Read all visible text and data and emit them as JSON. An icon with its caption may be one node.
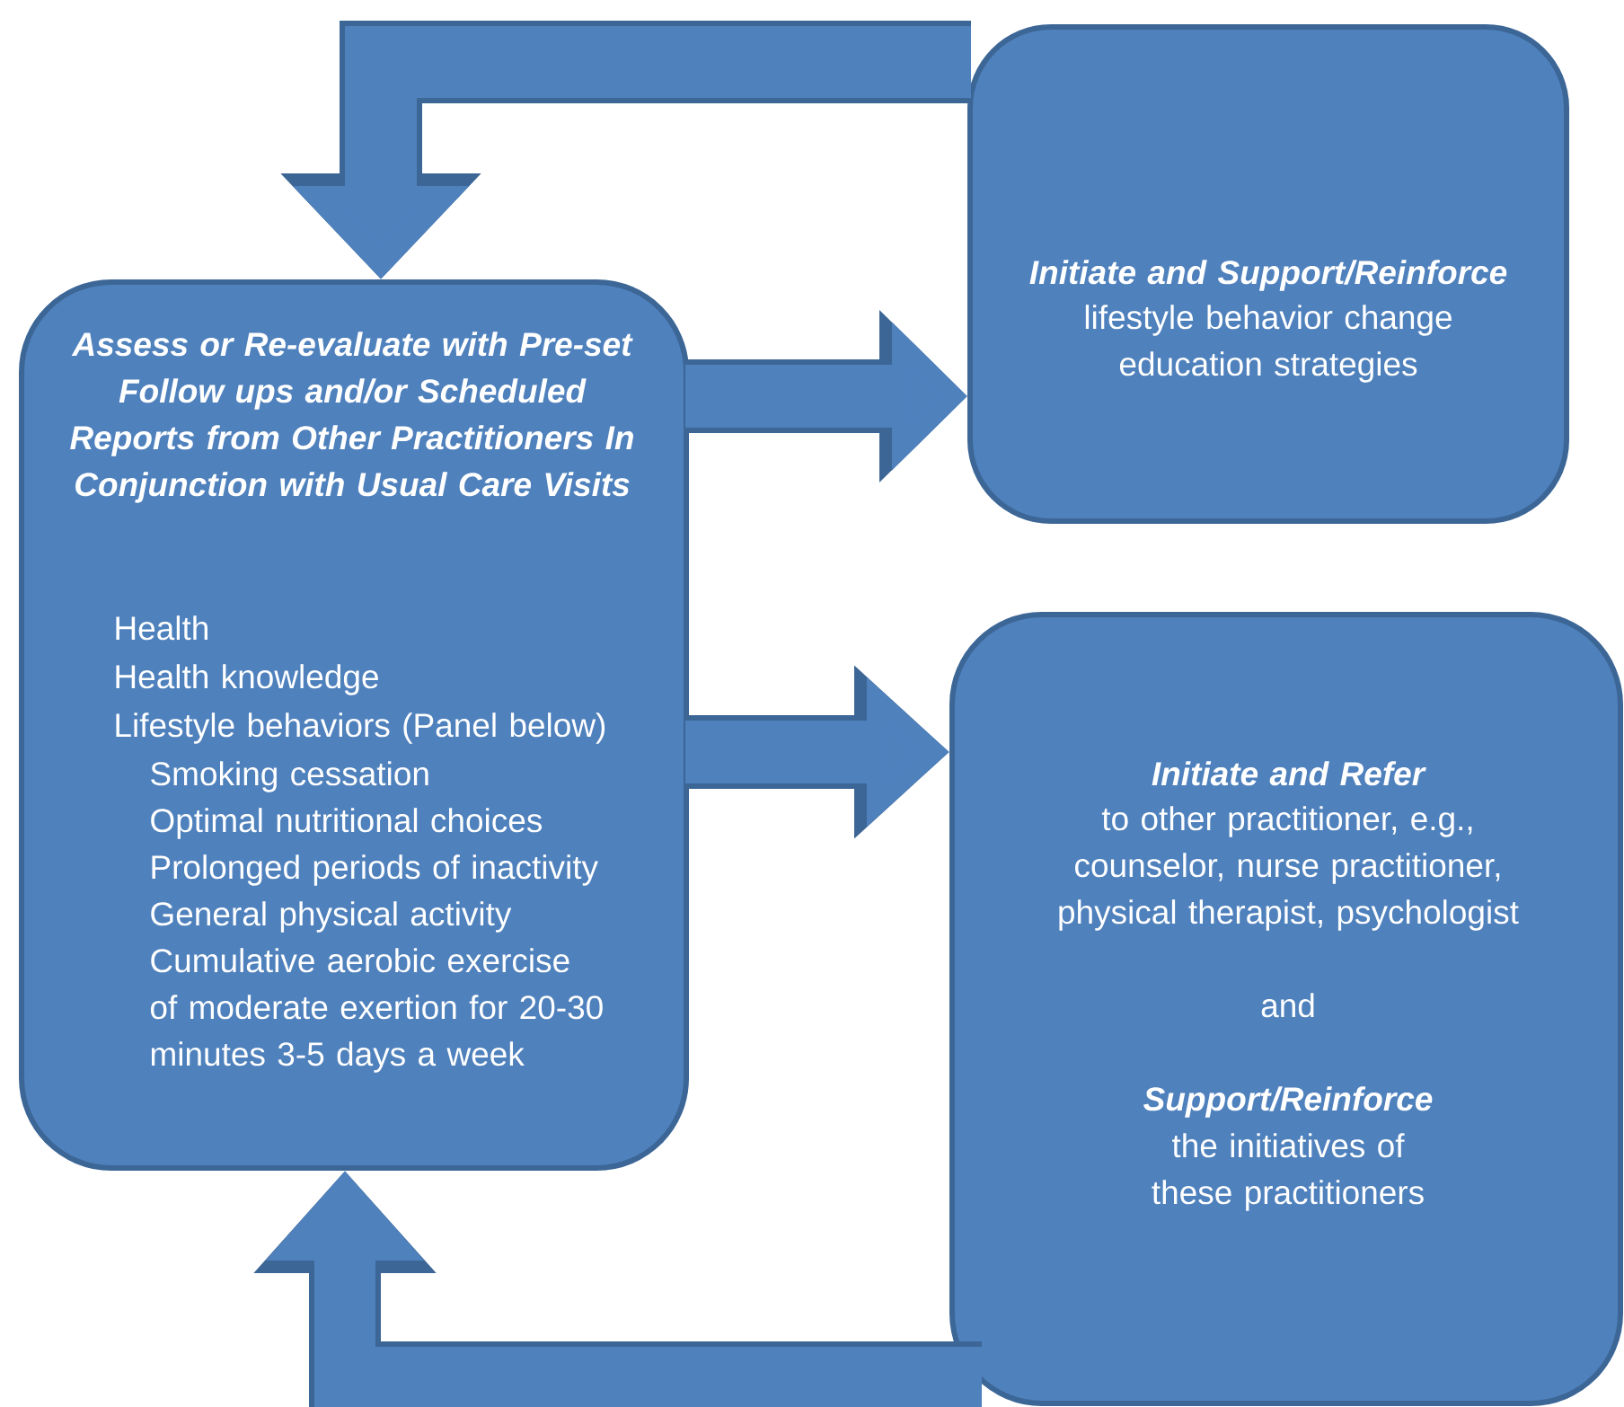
{
  "diagram": {
    "nodes": [
      {
        "text": [
          "Assess or Re-evaluate with Pre-set Follow ups and/or Scheduled Reports from Other Practitioners In Conjunction with Usual Care Visits",
          "Health",
          "Health knowledge",
          "Lifestyle behaviors (Panel below)",
          "Smoking cessation",
          "Optimal nutritional choices",
          "Prolonged periods of inactivity",
          "General physical activity",
          "Cumulative aerobic exercise of moderate exertion for 20-30 minutes 3-5 days a week"
        ]
      },
      {
        "text": [
          "Initiate and Support/Reinforce",
          "lifestyle behavior change education strategies"
        ]
      },
      {
        "text": [
          "Initiate and Refer",
          "to other practitioner, e.g., counselor, nurse practitioner, physical therapist, psychologist",
          "and",
          "Support/Reinforce",
          "the initiatives of these practitioners"
        ]
      }
    ],
    "edges": [
      {
        "from": 0,
        "to": 1,
        "arrow": "to"
      },
      {
        "from": 0,
        "to": 2,
        "arrow": "to"
      },
      {
        "from": 1,
        "to": 0,
        "arrow": "to"
      },
      {
        "from": 2,
        "to": 0,
        "arrow": "to"
      }
    ]
  }
}
